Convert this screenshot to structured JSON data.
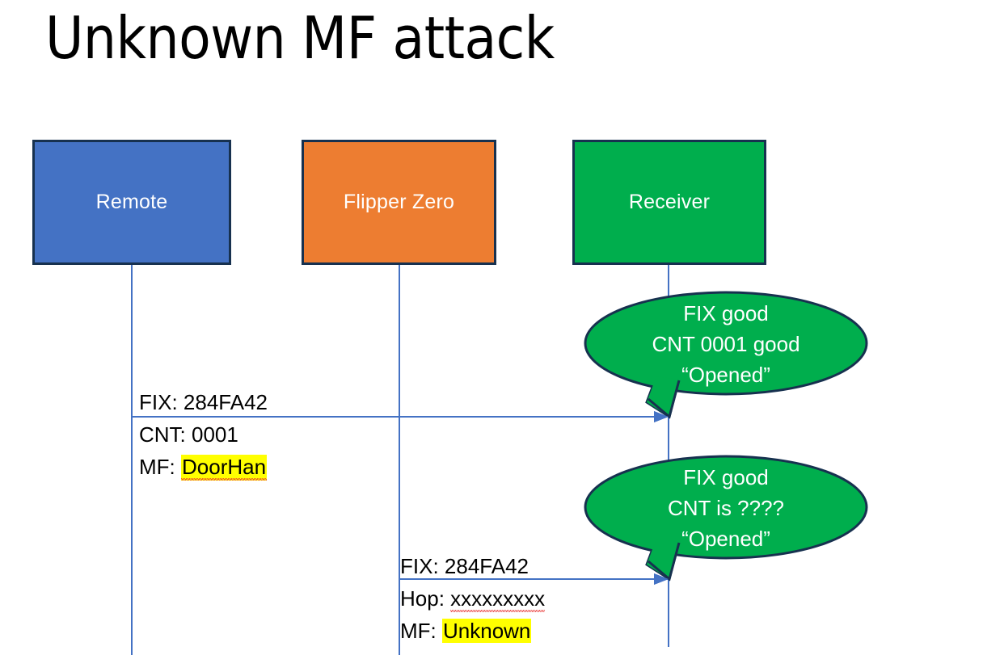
{
  "slide": {
    "title": "Unknown MF attack",
    "background_color": "#ffffff"
  },
  "colors": {
    "remote_blue": "#4472C4",
    "flipper_orange": "#ED7D31",
    "receiver_green": "#00AE4D",
    "box_border": "#17314F",
    "lifeline_blue": "#4472C4",
    "arrow_blue": "#4472C4",
    "highlight_yellow": "#FFFF00",
    "spellcheck_red": "#E8312F",
    "text_black": "#000000",
    "label_white": "#FFFFFF"
  },
  "actors": [
    {
      "id": "remote",
      "label": "Remote",
      "fill": "#4472C4"
    },
    {
      "id": "flipper",
      "label": "Flipper Zero",
      "fill": "#ED7D31"
    },
    {
      "id": "receiver",
      "label": "Receiver",
      "fill": "#00AE4D"
    }
  ],
  "messages": [
    {
      "id": "msg-1",
      "from": "remote",
      "to": "receiver",
      "lines": [
        {
          "prefix": "FIX: ",
          "value": "284FA42",
          "highlight": false,
          "spellcheck_error": false
        },
        {
          "prefix": "CNT: ",
          "value": "0001",
          "highlight": false,
          "spellcheck_error": false
        },
        {
          "prefix": "MF: ",
          "value": "DoorHan",
          "highlight": true,
          "spellcheck_error": true
        }
      ]
    },
    {
      "id": "msg-2",
      "from": "flipper",
      "to": "receiver",
      "lines": [
        {
          "prefix": "FIX: ",
          "value": "284FA42",
          "highlight": false,
          "spellcheck_error": false
        },
        {
          "prefix": "Hop: ",
          "value": "xxxxxxxxx",
          "highlight": false,
          "spellcheck_error": true
        },
        {
          "prefix": "MF: ",
          "value": "Unknown",
          "highlight": true,
          "spellcheck_error": false
        }
      ]
    }
  ],
  "bubbles": [
    {
      "id": "bubble-1",
      "owner": "receiver",
      "fill": "#00AE4D",
      "lines": [
        "FIX good",
        "CNT 0001 good",
        "“Opened”"
      ]
    },
    {
      "id": "bubble-2",
      "owner": "receiver",
      "fill": "#00AE4D",
      "lines": [
        "FIX good",
        "CNT is ????",
        "“Opened”"
      ]
    }
  ]
}
